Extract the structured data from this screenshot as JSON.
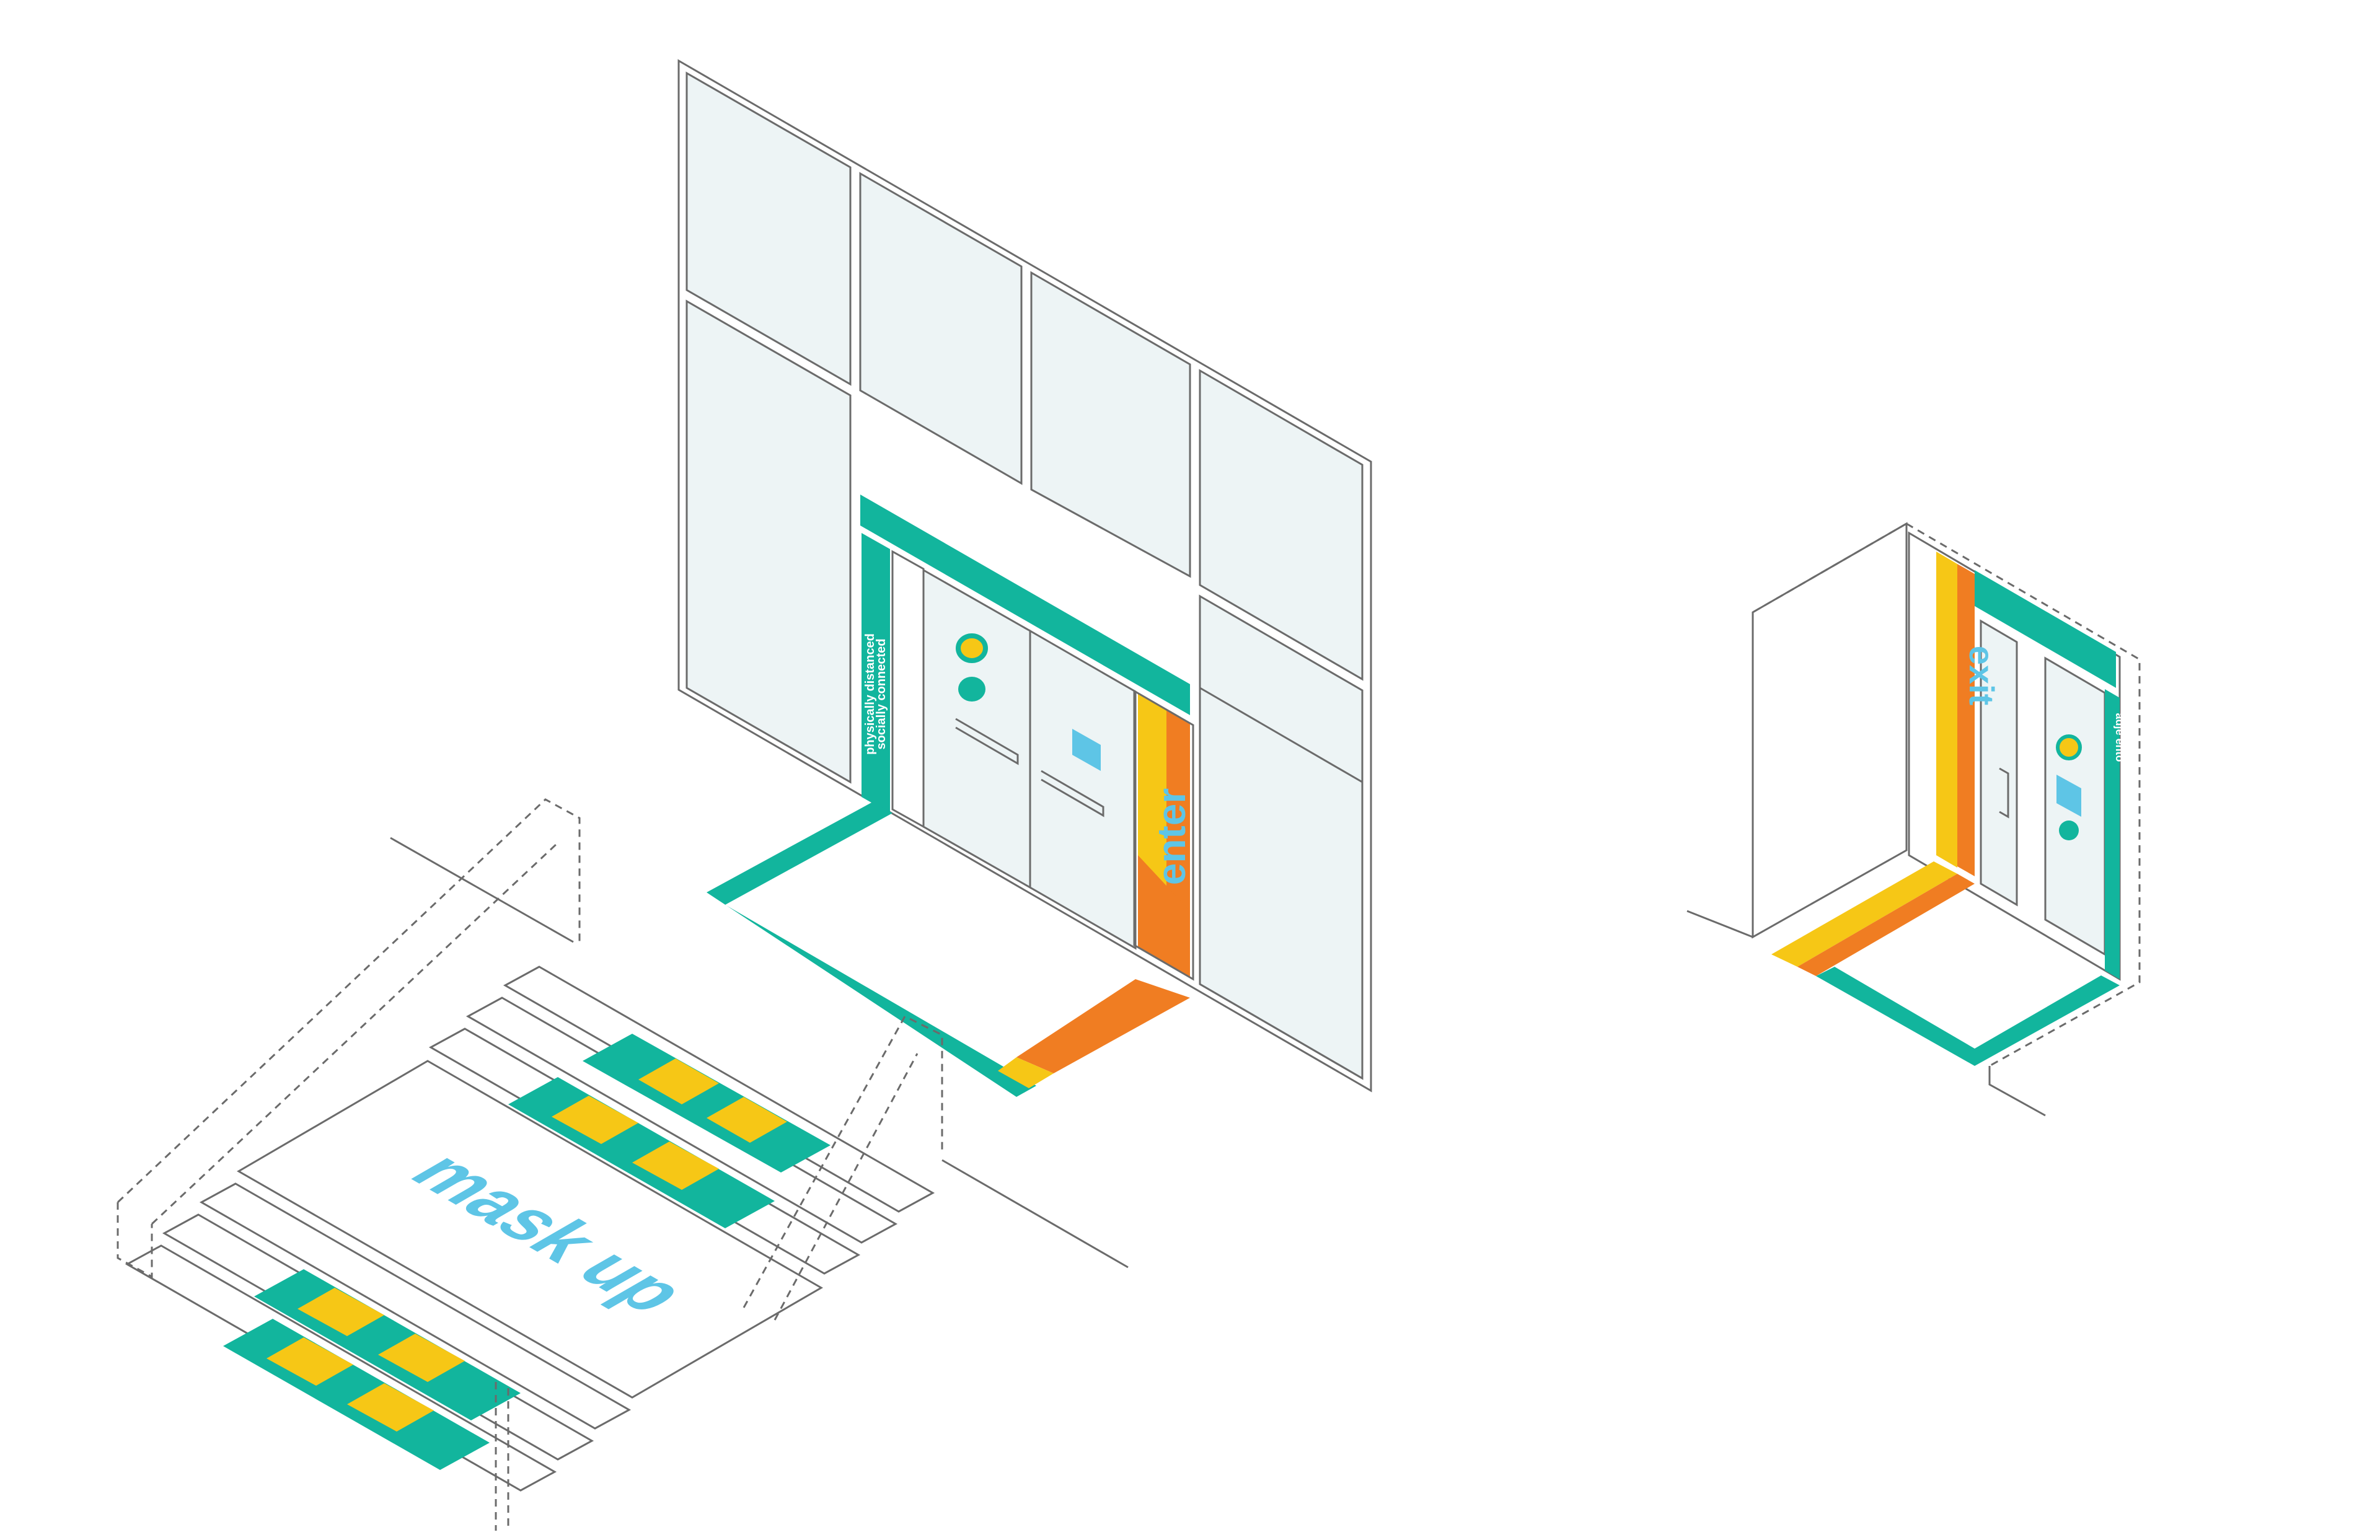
{
  "colors": {
    "teal": "#12b59d",
    "yellow": "#f6c716",
    "orange": "#f07d22",
    "blue_text": "#5ec5e6",
    "glass": "#edf4f5",
    "line": "#6b6b6b"
  },
  "signage": {
    "enter": "enter",
    "exit": "exit",
    "mask_up": "mask up",
    "side_panel_line1": "physically distanced",
    "side_panel_line2": "socially connected",
    "exit_side_panel": "adje ento"
  },
  "icons": [
    "door-handle-icon",
    "door-sign-icon",
    "status-dot-icon",
    "stair-rail-icon"
  ]
}
